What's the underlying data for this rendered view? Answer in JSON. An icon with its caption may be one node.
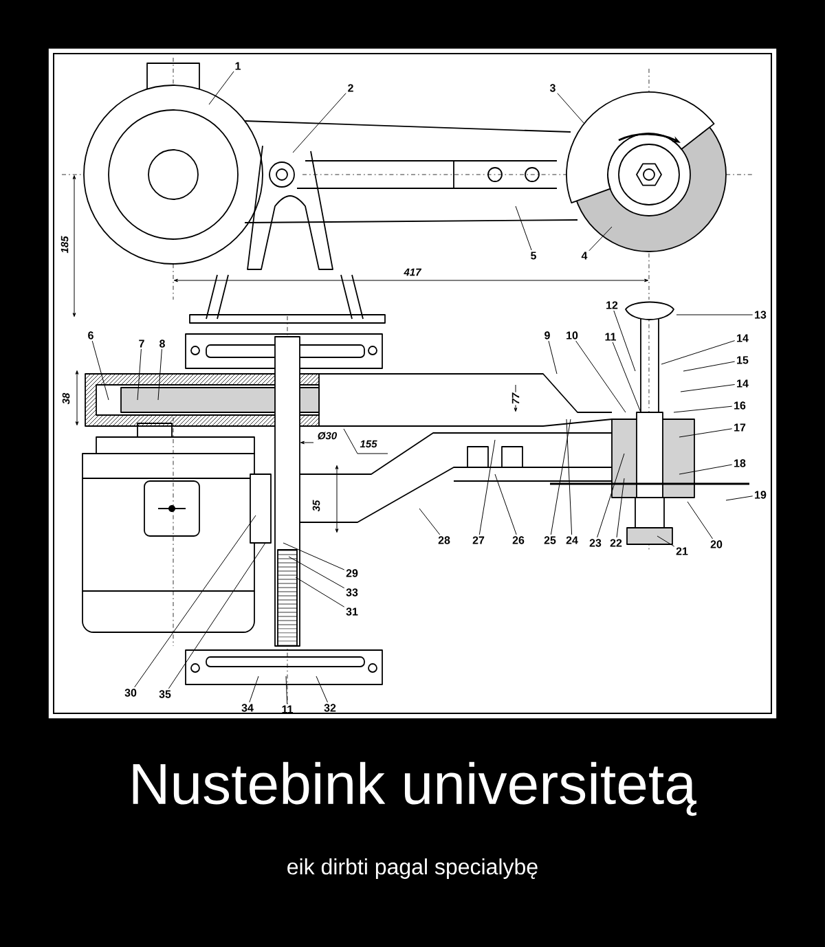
{
  "diagram": {
    "title": "Nustebink universitetą",
    "caption": "eik dirbti pagal specialybę",
    "nodes": [
      {
        "text": [
          "1"
        ]
      },
      {
        "text": [
          "2"
        ]
      },
      {
        "text": [
          "3"
        ]
      },
      {
        "text": [
          "4"
        ]
      },
      {
        "text": [
          "5"
        ]
      },
      {
        "text": [
          "6"
        ]
      },
      {
        "text": [
          "7"
        ]
      },
      {
        "text": [
          "8"
        ]
      },
      {
        "text": [
          "9"
        ]
      },
      {
        "text": [
          "10"
        ]
      },
      {
        "text": [
          "11"
        ]
      },
      {
        "text": [
          "12"
        ]
      },
      {
        "text": [
          "13"
        ]
      },
      {
        "text": [
          "14"
        ]
      },
      {
        "text": [
          "15"
        ]
      },
      {
        "text": [
          "14"
        ]
      },
      {
        "text": [
          "16"
        ]
      },
      {
        "text": [
          "17"
        ]
      },
      {
        "text": [
          "18"
        ]
      },
      {
        "text": [
          "19"
        ]
      },
      {
        "text": [
          "20"
        ]
      },
      {
        "text": [
          "21"
        ]
      },
      {
        "text": [
          "22"
        ]
      },
      {
        "text": [
          "23"
        ]
      },
      {
        "text": [
          "24"
        ]
      },
      {
        "text": [
          "25"
        ]
      },
      {
        "text": [
          "26"
        ]
      },
      {
        "text": [
          "27"
        ]
      },
      {
        "text": [
          "28"
        ]
      },
      {
        "text": [
          "29"
        ]
      },
      {
        "text": [
          "33"
        ]
      },
      {
        "text": [
          "31"
        ]
      },
      {
        "text": [
          "30"
        ]
      },
      {
        "text": [
          "35"
        ]
      },
      {
        "text": [
          "34"
        ]
      },
      {
        "text": [
          "11"
        ]
      },
      {
        "text": [
          "32"
        ]
      }
    ],
    "edges": [
      {
        "from": 0,
        "to": null,
        "arrow": "none"
      },
      {
        "from": 1,
        "to": null,
        "arrow": "none"
      },
      {
        "from": 2,
        "to": null,
        "arrow": "none"
      },
      {
        "from": 3,
        "to": null,
        "arrow": "none"
      },
      {
        "from": 4,
        "to": null,
        "arrow": "none"
      },
      {
        "from": 5,
        "to": null,
        "arrow": "none"
      },
      {
        "from": 6,
        "to": null,
        "arrow": "none"
      },
      {
        "from": 7,
        "to": null,
        "arrow": "none"
      },
      {
        "from": 8,
        "to": null,
        "arrow": "none"
      },
      {
        "from": 9,
        "to": null,
        "arrow": "none"
      },
      {
        "from": 10,
        "to": null,
        "arrow": "none"
      },
      {
        "from": 11,
        "to": null,
        "arrow": "none"
      },
      {
        "from": 12,
        "to": null,
        "arrow": "none"
      },
      {
        "from": 13,
        "to": null,
        "arrow": "none"
      },
      {
        "from": 14,
        "to": null,
        "arrow": "none"
      },
      {
        "from": 15,
        "to": null,
        "arrow": "none"
      },
      {
        "from": 16,
        "to": null,
        "arrow": "none"
      },
      {
        "from": 17,
        "to": null,
        "arrow": "none"
      },
      {
        "from": 18,
        "to": null,
        "arrow": "none"
      },
      {
        "from": 19,
        "to": null,
        "arrow": "none"
      },
      {
        "from": 20,
        "to": null,
        "arrow": "none"
      },
      {
        "from": 21,
        "to": null,
        "arrow": "none"
      },
      {
        "from": 22,
        "to": null,
        "arrow": "none"
      },
      {
        "from": 23,
        "to": null,
        "arrow": "none"
      },
      {
        "from": 24,
        "to": null,
        "arrow": "none"
      },
      {
        "from": 25,
        "to": null,
        "arrow": "none"
      },
      {
        "from": 26,
        "to": null,
        "arrow": "none"
      },
      {
        "from": 27,
        "to": null,
        "arrow": "none"
      },
      {
        "from": 28,
        "to": null,
        "arrow": "none"
      },
      {
        "from": 29,
        "to": null,
        "arrow": "none"
      },
      {
        "from": 30,
        "to": null,
        "arrow": "none"
      },
      {
        "from": 31,
        "to": null,
        "arrow": "none"
      },
      {
        "from": 32,
        "to": null,
        "arrow": "none"
      },
      {
        "from": 33,
        "to": null,
        "arrow": "none"
      },
      {
        "from": 34,
        "to": null,
        "arrow": "none"
      },
      {
        "from": 35,
        "to": null,
        "arrow": "none"
      },
      {
        "from": 36,
        "to": null,
        "arrow": "none"
      }
    ],
    "labels": [
      "185",
      "417",
      "38",
      "Ø30",
      "155",
      "35",
      "77"
    ]
  }
}
